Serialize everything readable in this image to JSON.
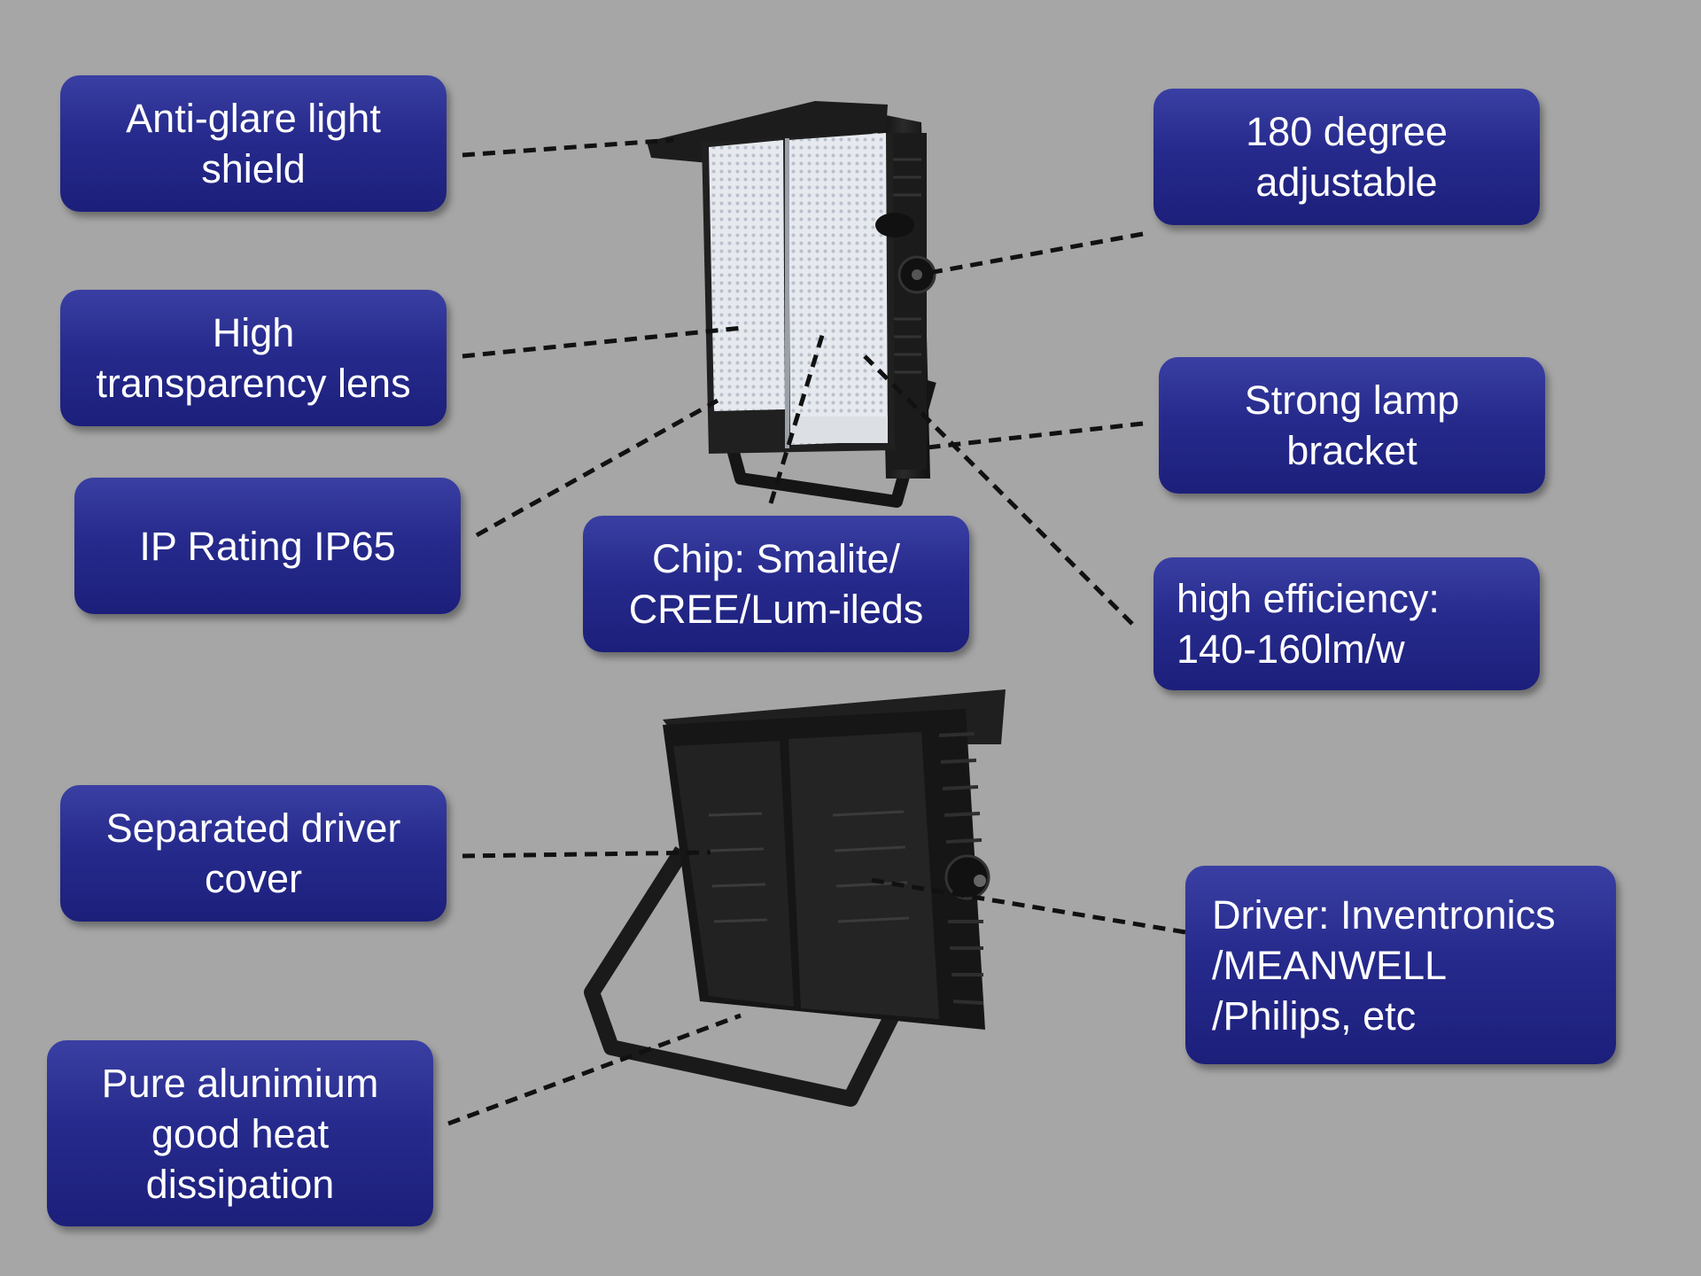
{
  "callouts": {
    "anti_glare": [
      "Anti-glare light",
      "shield"
    ],
    "lens": [
      "High",
      "transparency lens"
    ],
    "ip_rating": [
      "IP Rating IP65"
    ],
    "chip": [
      "Chip: Smalite/",
      "CREE/Lum-ileds"
    ],
    "adjustable": [
      "180 degree",
      "adjustable"
    ],
    "bracket": [
      "Strong lamp",
      "bracket"
    ],
    "efficiency": [
      "high efficiency:",
      "140-160lm/w"
    ],
    "driver_cover": [
      "Separated driver",
      "cover"
    ],
    "aluminium": [
      "Pure alunimium",
      "good heat",
      "dissipation"
    ],
    "driver": [
      "Driver: Inventronics",
      "/MEANWELL",
      "/Philips, etc"
    ]
  },
  "colors": {
    "background": "#a6a6a6",
    "callout_fill": "#262a8c",
    "callout_text": "#ffffff",
    "leader_line": "#111111",
    "lamp_body": "#1a1a1a",
    "led_panel": "#e9ecf0"
  }
}
